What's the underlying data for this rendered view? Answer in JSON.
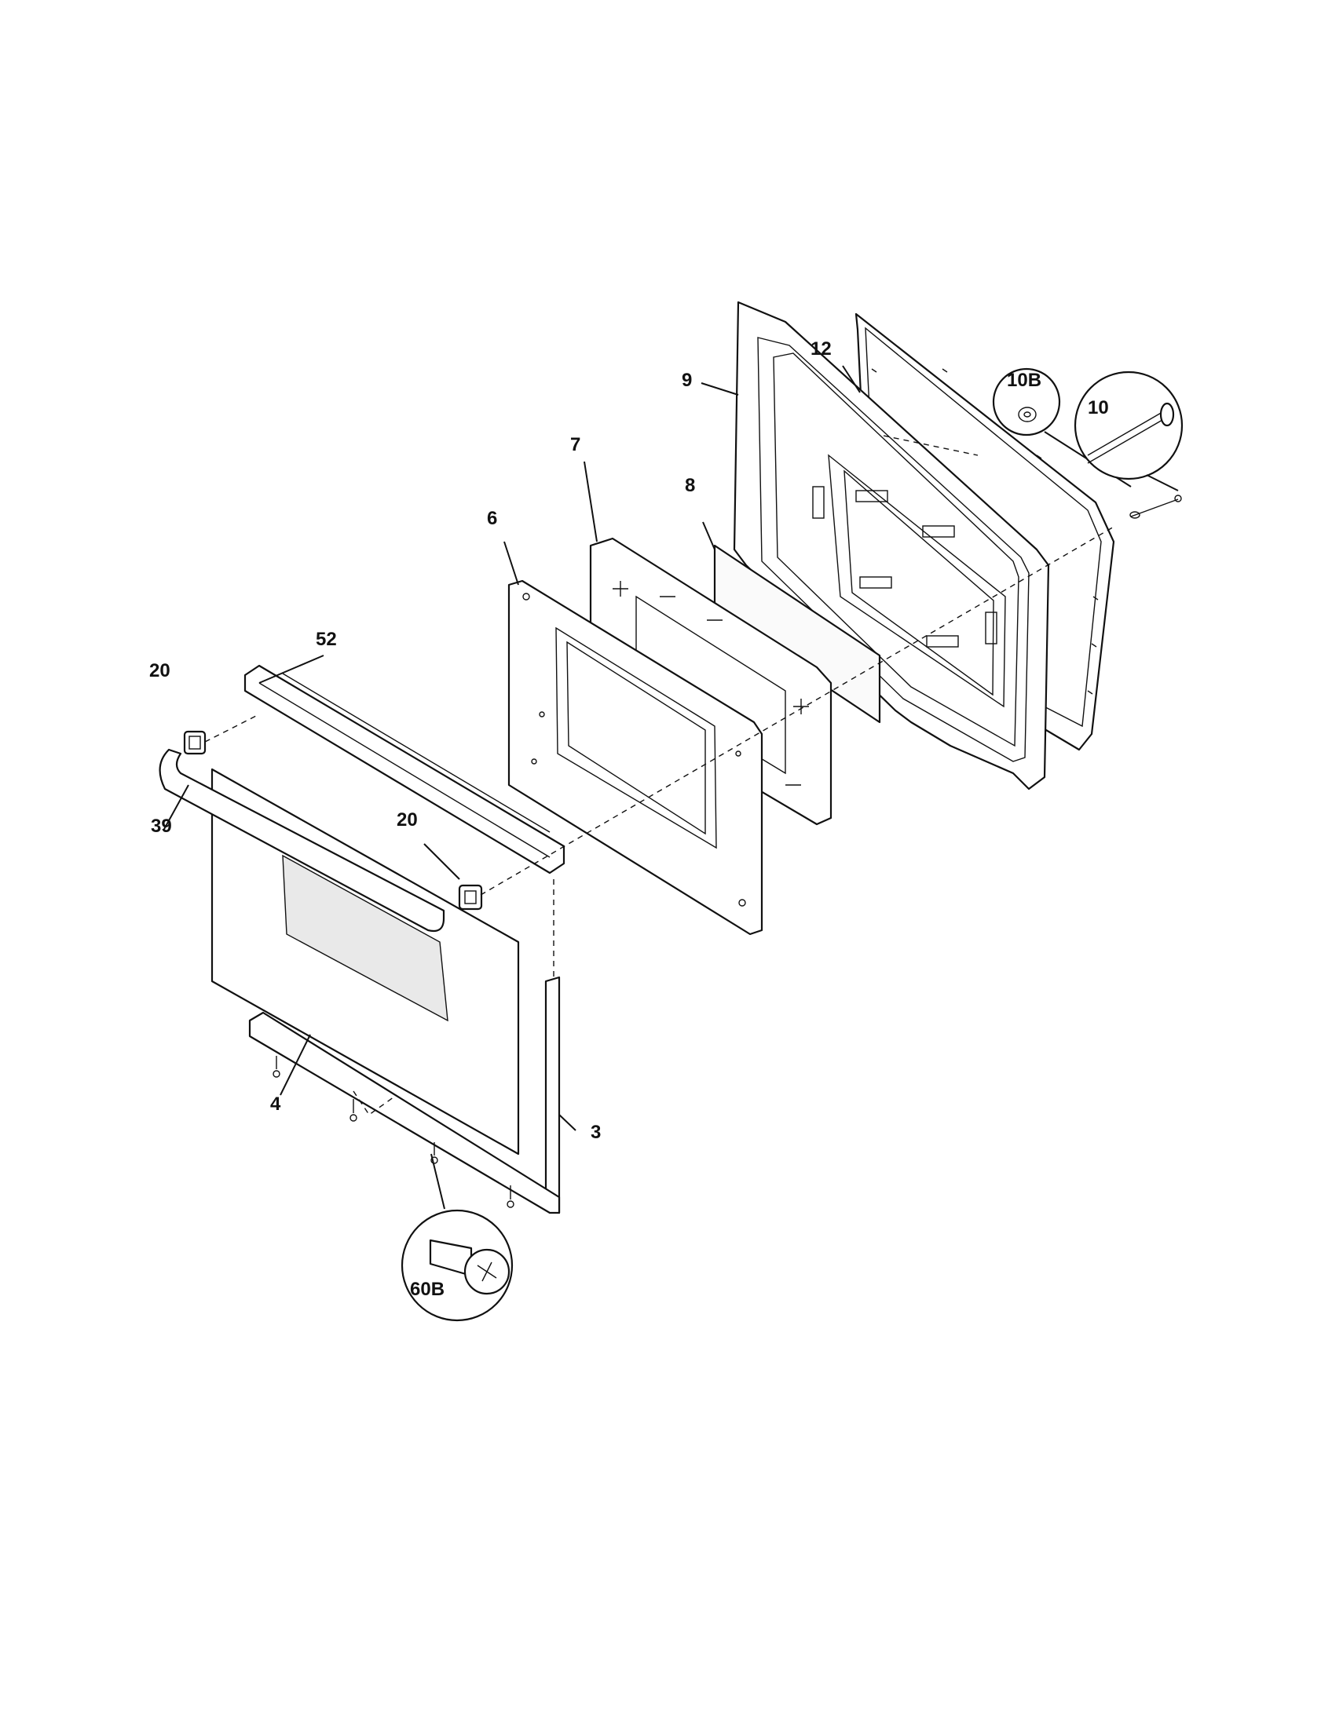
{
  "callouts": {
    "p3": "3",
    "p4": "4",
    "p6": "6",
    "p7": "7",
    "p8": "8",
    "p9": "9",
    "p10": "10",
    "p10b": "10B",
    "p12": "12",
    "p20_top": "20",
    "p20_mid": "20",
    "p39": "39",
    "p52": "52",
    "p60b": "60B"
  }
}
